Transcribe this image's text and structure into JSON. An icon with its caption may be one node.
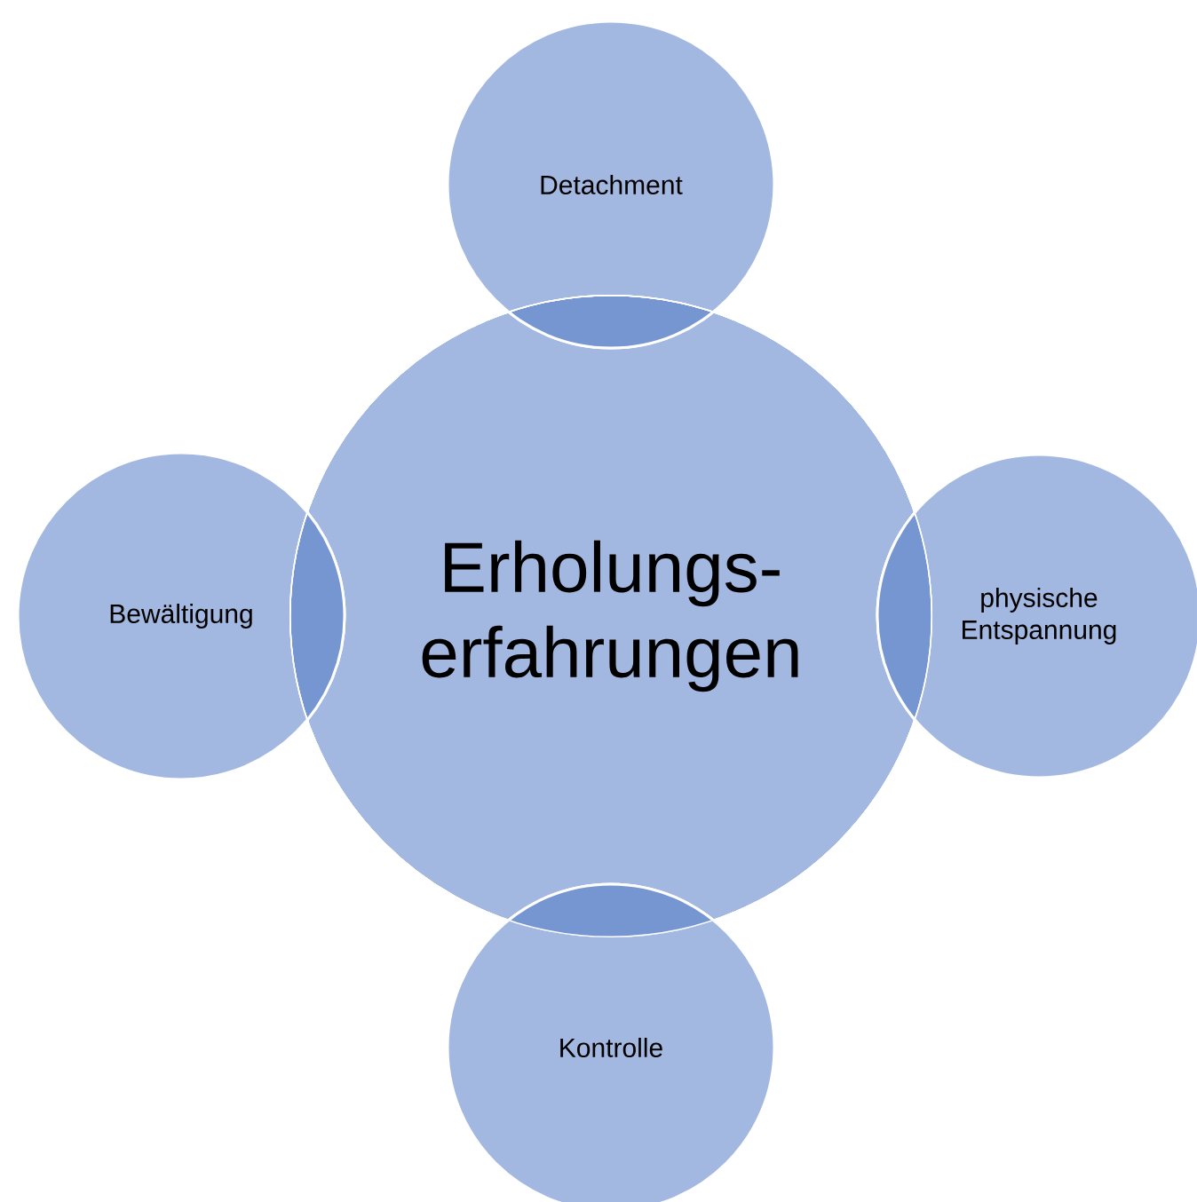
{
  "diagram": {
    "nodes": [
      {
        "text": [
          "Detachment"
        ]
      },
      {
        "text": [
          "Bewältigung"
        ]
      },
      {
        "text": [
          "Erholungs- erfahrungen"
        ]
      },
      {
        "text": [
          "physische Entspannung"
        ]
      },
      {
        "text": [
          "Kontrolle"
        ]
      }
    ]
  }
}
